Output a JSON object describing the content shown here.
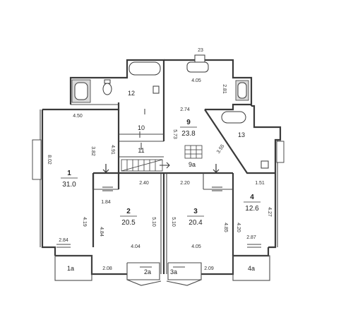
{
  "rooms": [
    {
      "number": "1",
      "area": "31.0"
    },
    {
      "number": "2",
      "area": "20.5"
    },
    {
      "number": "3",
      "area": "20.4"
    },
    {
      "number": "4",
      "area": "12.6"
    },
    {
      "number": "9",
      "area": "23.8"
    },
    {
      "number": "10"
    },
    {
      "number": "11"
    },
    {
      "number": "12"
    },
    {
      "number": "13"
    },
    {
      "number": "9a"
    },
    {
      "number": "1a"
    },
    {
      "number": "2a"
    },
    {
      "number": "3a"
    },
    {
      "number": "4a"
    },
    {
      "number": "23"
    }
  ],
  "dimensions": [
    "4.50",
    "8.02",
    "3.82",
    "4.91",
    "4.19",
    "2.84",
    "1.84",
    "2.40",
    "4.84",
    "5.10",
    "4.04",
    "2.08",
    "2.20",
    "5.10",
    "4.85",
    "4.05",
    "2.09",
    "4.05",
    "2.81",
    "2.74",
    "5.73",
    "3.55",
    "1.51",
    "4.20",
    "4.27",
    "2.87"
  ]
}
